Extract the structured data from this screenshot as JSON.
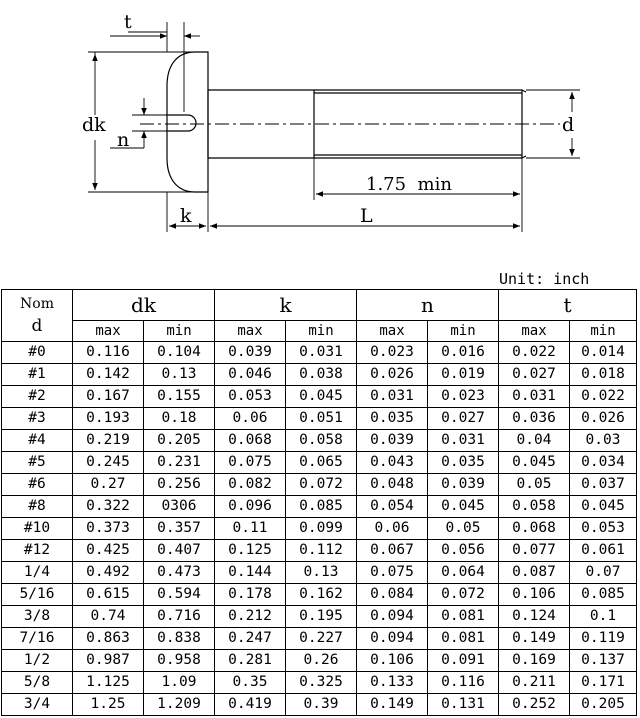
{
  "drawing": {
    "labels": {
      "t": "t",
      "dk": "dk",
      "n": "n",
      "d": "d",
      "k": "k",
      "L": "L",
      "thread": "1.75  min"
    }
  },
  "unit_label": "Unit: inch",
  "table": {
    "nom_label": "Nom",
    "d_label": "d",
    "groups": [
      "dk",
      "k",
      "n",
      "t"
    ],
    "sub_max": "max",
    "sub_min": "min",
    "rows": [
      [
        "#0",
        "0.116",
        "0.104",
        "0.039",
        "0.031",
        "0.023",
        "0.016",
        "0.022",
        "0.014"
      ],
      [
        "#1",
        "0.142",
        "0.13",
        "0.046",
        "0.038",
        "0.026",
        "0.019",
        "0.027",
        "0.018"
      ],
      [
        "#2",
        "0.167",
        "0.155",
        "0.053",
        "0.045",
        "0.031",
        "0.023",
        "0.031",
        "0.022"
      ],
      [
        "#3",
        "0.193",
        "0.18",
        "0.06",
        "0.051",
        "0.035",
        "0.027",
        "0.036",
        "0.026"
      ],
      [
        "#4",
        "0.219",
        "0.205",
        "0.068",
        "0.058",
        "0.039",
        "0.031",
        "0.04",
        "0.03"
      ],
      [
        "#5",
        "0.245",
        "0.231",
        "0.075",
        "0.065",
        "0.043",
        "0.035",
        "0.045",
        "0.034"
      ],
      [
        "#6",
        "0.27",
        "0.256",
        "0.082",
        "0.072",
        "0.048",
        "0.039",
        "0.05",
        "0.037"
      ],
      [
        "#8",
        "0.322",
        "0306",
        "0.096",
        "0.085",
        "0.054",
        "0.045",
        "0.058",
        "0.045"
      ],
      [
        "#10",
        "0.373",
        "0.357",
        "0.11",
        "0.099",
        "0.06",
        "0.05",
        "0.068",
        "0.053"
      ],
      [
        "#12",
        "0.425",
        "0.407",
        "0.125",
        "0.112",
        "0.067",
        "0.056",
        "0.077",
        "0.061"
      ],
      [
        "1/4",
        "0.492",
        "0.473",
        "0.144",
        "0.13",
        "0.075",
        "0.064",
        "0.087",
        "0.07"
      ],
      [
        "5/16",
        "0.615",
        "0.594",
        "0.178",
        "0.162",
        "0.084",
        "0.072",
        "0.106",
        "0.085"
      ],
      [
        "3/8",
        "0.74",
        "0.716",
        "0.212",
        "0.195",
        "0.094",
        "0.081",
        "0.124",
        "0.1"
      ],
      [
        "7/16",
        "0.863",
        "0.838",
        "0.247",
        "0.227",
        "0.094",
        "0.081",
        "0.149",
        "0.119"
      ],
      [
        "1/2",
        "0.987",
        "0.958",
        "0.281",
        "0.26",
        "0.106",
        "0.091",
        "0.169",
        "0.137"
      ],
      [
        "5/8",
        "1.125",
        "1.09",
        "0.35",
        "0.325",
        "0.133",
        "0.116",
        "0.211",
        "0.171"
      ],
      [
        "3/4",
        "1.25",
        "1.209",
        "0.419",
        "0.39",
        "0.149",
        "0.131",
        "0.252",
        "0.205"
      ]
    ]
  }
}
